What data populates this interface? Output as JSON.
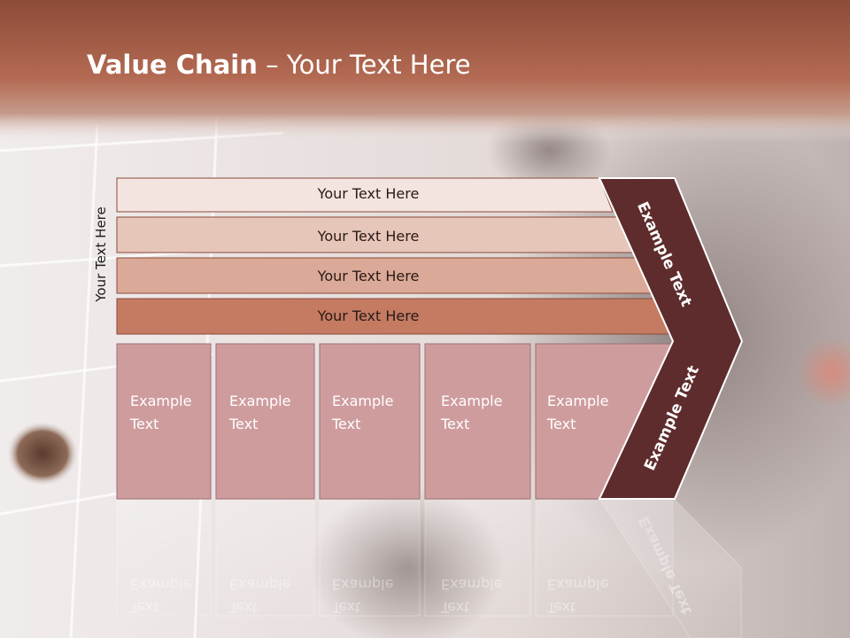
{
  "title": {
    "bold": "Value Chain",
    "rest": " – Your Text Here"
  },
  "side_label": "Your Text Here",
  "bands": [
    {
      "label": "Your Text Here"
    },
    {
      "label": "Your Text Here"
    },
    {
      "label": "Your Text Here"
    },
    {
      "label": "Your Text Here"
    }
  ],
  "boxes": [
    {
      "line1": "Example",
      "line2": "Text"
    },
    {
      "line1": "Example",
      "line2": "Text"
    },
    {
      "line1": "Example",
      "line2": "Text"
    },
    {
      "line1": "Example",
      "line2": "Text"
    },
    {
      "line1": "Example",
      "line2": "Text"
    }
  ],
  "arrow_labels": {
    "upper": "Example Text",
    "lower": "Example Text"
  },
  "colors": {
    "header": "#a85a43",
    "band1": "#f3e4df",
    "band2": "#e7c6ba",
    "band3": "#dba997",
    "band4": "#c47b62",
    "box": "#cf9c9e",
    "arrow": "#5e2c2c"
  }
}
